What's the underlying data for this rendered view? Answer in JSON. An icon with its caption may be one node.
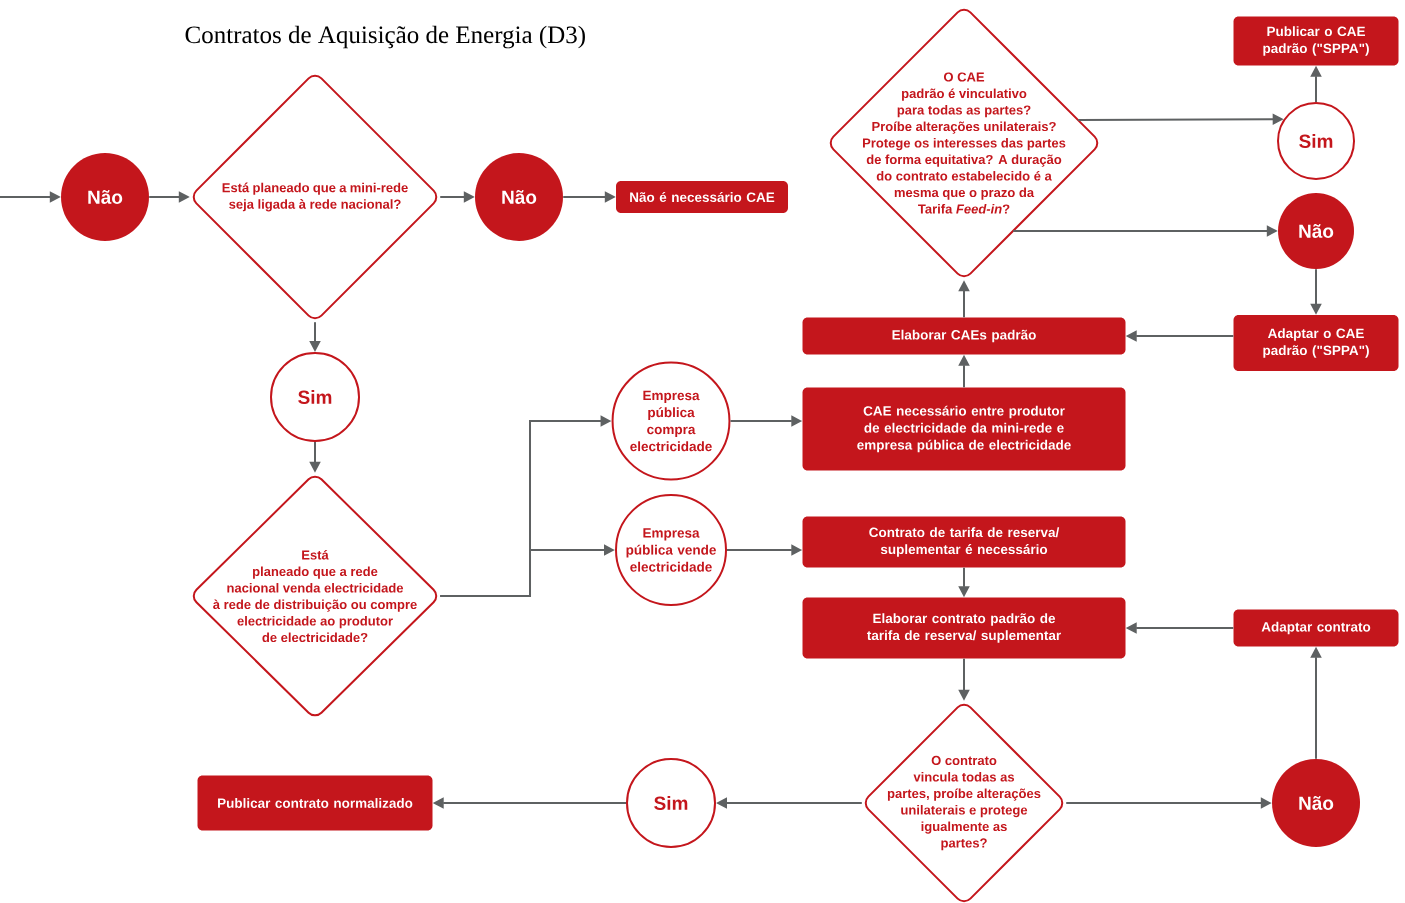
{
  "diagram": {
    "title": "Contratos de Aquisição de Energia (D3)",
    "nodes": [
      {
        "text": [
          "Não"
        ]
      },
      {
        "text": [
          "Está planeado que a mini-rede seja ligada à rede nacional?"
        ]
      },
      {
        "text": [
          "Não"
        ]
      },
      {
        "text": [
          "Não é necessário CAE"
        ]
      },
      {
        "text": [
          "Sim"
        ]
      },
      {
        "text": [
          "Está planeado que a rede nacional venda electricidade à rede de distribuição ou compre electricidade ao produtor de electricidade?"
        ]
      },
      {
        "text": [
          "Empresa pública compra electricidade"
        ]
      },
      {
        "text": [
          "Empresa pública vende electricidade"
        ]
      },
      {
        "text": [
          "CAE necessário entre produtor de electricidade da mini-rede e empresa pública de electricidade"
        ]
      },
      {
        "text": [
          "Elaborar CAEs padrão"
        ]
      },
      {
        "text": [
          "O CAE padrão é vinculativo para todas as partes? Proíbe alterações unilaterais? Protege os interesses das partes de forma equitativa? A duração do contrato estabelecido é a mesma que o prazo da Tarifa *Feed-in*?"
        ]
      },
      {
        "text": [
          "Sim"
        ]
      },
      {
        "text": [
          "Publicar o CAE padrão (\"SPPA\")"
        ]
      },
      {
        "text": [
          "Não"
        ]
      },
      {
        "text": [
          "Adaptar o CAE padrão (\"SPPA\")"
        ]
      },
      {
        "text": [
          "Contrato de tarifa de reserva/ suplementar é necessário"
        ]
      },
      {
        "text": [
          "Elaborar contrato padrão de tarifa de reserva/ suplementar"
        ]
      },
      {
        "text": [
          "Adaptar contrato"
        ]
      },
      {
        "text": [
          "O contrato vincula todas as partes, proíbe alterações unilaterais e protege igualmente as partes?"
        ]
      },
      {
        "text": [
          "Sim"
        ]
      },
      {
        "text": [
          "Não"
        ]
      },
      {
        "text": [
          "Publicar contrato normalizado"
        ]
      }
    ],
    "edges": [
      {
        "from": null,
        "to": 0,
        "arrow": "to"
      },
      {
        "from": 0,
        "to": 1,
        "arrow": "to"
      },
      {
        "from": 1,
        "to": 2,
        "arrow": "to"
      },
      {
        "from": 2,
        "to": 3,
        "arrow": "to"
      },
      {
        "from": 1,
        "to": 4,
        "arrow": "to"
      },
      {
        "from": 4,
        "to": 5,
        "arrow": "to"
      },
      {
        "from": 5,
        "to": 6,
        "arrow": "to"
      },
      {
        "from": 5,
        "to": 7,
        "arrow": "to"
      },
      {
        "from": 6,
        "to": 8,
        "arrow": "to"
      },
      {
        "from": 7,
        "to": 15,
        "arrow": "to"
      },
      {
        "from": 8,
        "to": 9,
        "arrow": "to"
      },
      {
        "from": 9,
        "to": 10,
        "arrow": "to"
      },
      {
        "from": 10,
        "to": 11,
        "arrow": "to"
      },
      {
        "from": 10,
        "to": 13,
        "arrow": "to"
      },
      {
        "from": 11,
        "to": 12,
        "arrow": "to"
      },
      {
        "from": 13,
        "to": 14,
        "arrow": "to"
      },
      {
        "from": 14,
        "to": 9,
        "arrow": "to"
      },
      {
        "from": 15,
        "to": 16,
        "arrow": "to"
      },
      {
        "from": 16,
        "to": 18,
        "arrow": "to"
      },
      {
        "from": 18,
        "to": 20,
        "arrow": "to"
      },
      {
        "from": 18,
        "to": 19,
        "arrow": "to"
      },
      {
        "from": 19,
        "to": 21,
        "arrow": "to"
      },
      {
        "from": 20,
        "to": 17,
        "arrow": "to"
      },
      {
        "from": 17,
        "to": 16,
        "arrow": "to"
      }
    ]
  }
}
